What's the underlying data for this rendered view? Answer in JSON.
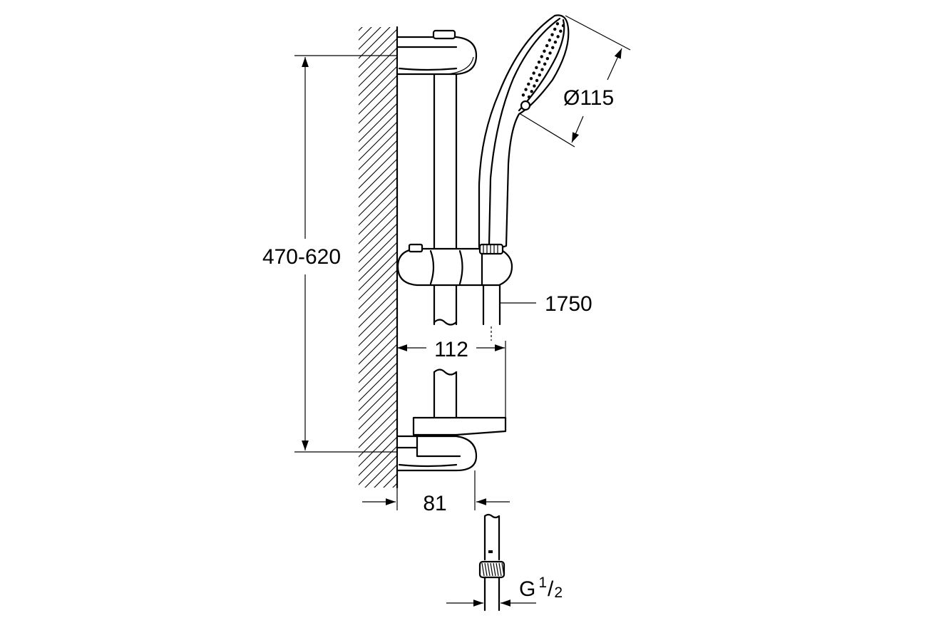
{
  "dimensions": {
    "height_range": "470-620",
    "head_diameter": "Ø115",
    "hose_length": "1750",
    "bar_offset": "112",
    "wall_distance": "81",
    "thread_prefix": "G",
    "thread_num": "1",
    "thread_sep": "/",
    "thread_den": "2"
  },
  "colors": {
    "line": "#000000",
    "background": "#ffffff"
  }
}
